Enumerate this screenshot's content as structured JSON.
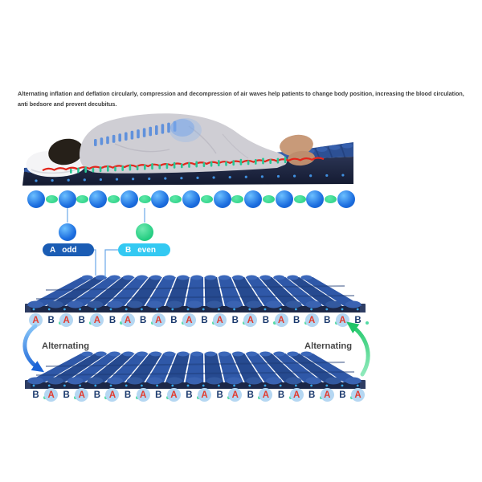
{
  "description": {
    "line1": "Alternating inflation and deflation circularly, compression and decompression of air waves help patients to change body position, increasing the blood circulation,",
    "line2": "anti bedsore and prevent decubitus."
  },
  "legend": {
    "odd": {
      "key": "A",
      "word": "odd",
      "color": "#1a5cb4"
    },
    "even": {
      "key": "B",
      "word": "even",
      "color": "#33c9f2"
    }
  },
  "ball_row": {
    "blue_count": 11,
    "green_count": 10,
    "blue_color": "#1d6fe0",
    "green_color": "#22cc80"
  },
  "mattress": {
    "tube_count": 17,
    "tube_colors": [
      "#2f58a8",
      "#264a90"
    ],
    "base_color": "#1c2747",
    "dot_color": "#38a8e8"
  },
  "rows": {
    "row1": [
      "A",
      "B",
      "A",
      "B",
      "A",
      "B",
      "A",
      "B",
      "A",
      "B",
      "A",
      "B",
      "A",
      "B",
      "A",
      "B",
      "A",
      "B",
      "A",
      "B",
      "A",
      "B"
    ],
    "row2": [
      "B",
      "A",
      "B",
      "A",
      "B",
      "A",
      "B",
      "A",
      "B",
      "A",
      "B",
      "A",
      "B",
      "A",
      "B",
      "A",
      "B",
      "A",
      "B",
      "A",
      "B",
      "A"
    ]
  },
  "letters": {
    "a_color": "#e23c30",
    "a_bg": "#b5d7f2",
    "b_color": "#1b3a6e"
  },
  "alternating": {
    "left": "Alternating",
    "right": "Alternating"
  },
  "arrows": {
    "left_color": "#1b63d6",
    "right_color": "#22c468"
  }
}
